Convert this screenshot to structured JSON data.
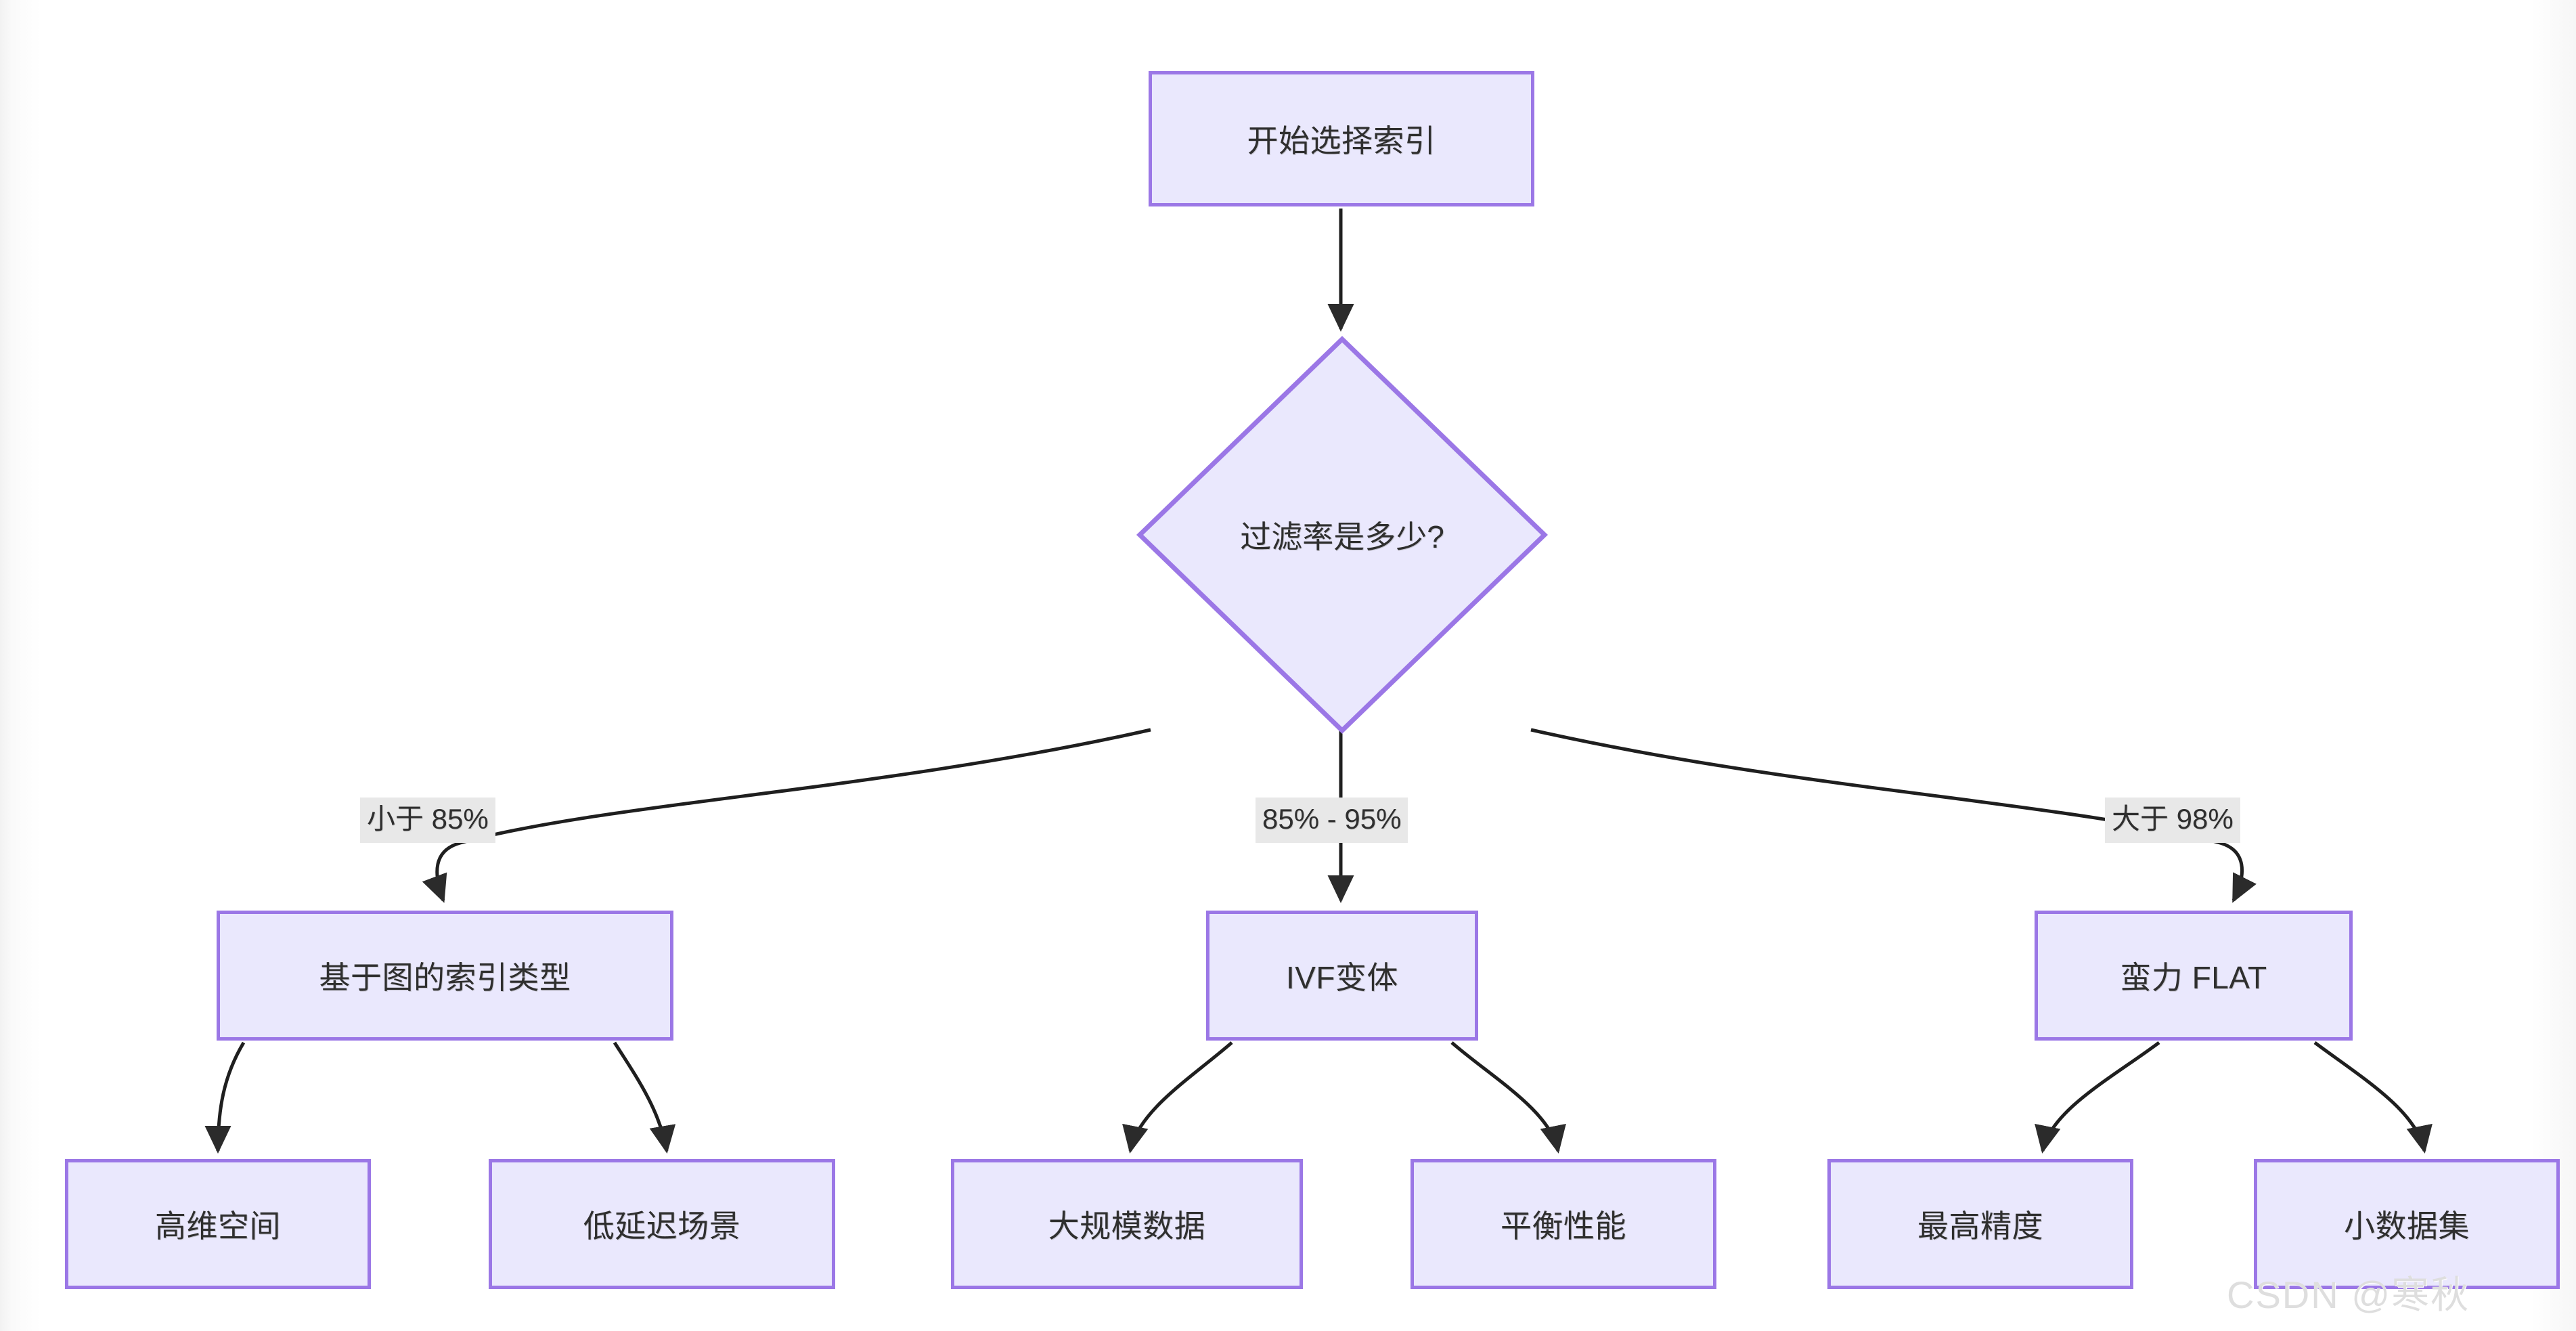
{
  "chart_data": {
    "type": "flowchart",
    "title": "",
    "orientation": "top-down",
    "nodes": [
      {
        "id": "start",
        "label": "开始选择索引",
        "shape": "rectangle"
      },
      {
        "id": "filter",
        "label": "过滤率是多少?",
        "shape": "diamond"
      },
      {
        "id": "graph",
        "label": "基于图的索引类型",
        "shape": "rectangle"
      },
      {
        "id": "ivf",
        "label": "IVF变体",
        "shape": "rectangle"
      },
      {
        "id": "flat",
        "label": "蛮力 FLAT",
        "shape": "rectangle"
      },
      {
        "id": "highdim",
        "label": "高维空间",
        "shape": "rectangle"
      },
      {
        "id": "lowlat",
        "label": "低延迟场景",
        "shape": "rectangle"
      },
      {
        "id": "bigdata",
        "label": "大规模数据",
        "shape": "rectangle"
      },
      {
        "id": "balance",
        "label": "平衡性能",
        "shape": "rectangle"
      },
      {
        "id": "topacc",
        "label": "最高精度",
        "shape": "rectangle"
      },
      {
        "id": "smallds",
        "label": "小数据集",
        "shape": "rectangle"
      }
    ],
    "edges": [
      {
        "from": "start",
        "to": "filter",
        "label": ""
      },
      {
        "from": "filter",
        "to": "graph",
        "label": "小于 85%"
      },
      {
        "from": "filter",
        "to": "ivf",
        "label": "85% - 95%"
      },
      {
        "from": "filter",
        "to": "flat",
        "label": "大于 98%"
      },
      {
        "from": "graph",
        "to": "highdim",
        "label": ""
      },
      {
        "from": "graph",
        "to": "lowlat",
        "label": ""
      },
      {
        "from": "ivf",
        "to": "bigdata",
        "label": ""
      },
      {
        "from": "ivf",
        "to": "balance",
        "label": ""
      },
      {
        "from": "flat",
        "to": "topacc",
        "label": ""
      },
      {
        "from": "flat",
        "to": "smallds",
        "label": ""
      }
    ]
  },
  "nodes": {
    "start": {
      "label": "开始选择索引"
    },
    "filter": {
      "label": "过滤率是多少?"
    },
    "graph": {
      "label": "基于图的索引类型"
    },
    "ivf": {
      "label": "IVF变体"
    },
    "flat": {
      "label": "蛮力 FLAT"
    },
    "highdim": {
      "label": "高维空间"
    },
    "lowlat": {
      "label": "低延迟场景"
    },
    "bigdata": {
      "label": "大规模数据"
    },
    "balance": {
      "label": "平衡性能"
    },
    "topacc": {
      "label": "最高精度"
    },
    "smallds": {
      "label": "小数据集"
    }
  },
  "edge_labels": {
    "left": "小于 85%",
    "middle": "85% - 95%",
    "right": "大于 98%"
  },
  "watermark": {
    "text": "CSDN @寒秋"
  },
  "colors": {
    "node_fill": "#eae8fd",
    "node_border": "#9b77e6",
    "node_text": "#2f2f2f",
    "edge_stroke": "#1f1f1f",
    "edge_label_bg": "#e8e8e8",
    "canvas_bg": "#ffffff",
    "watermark_text": "#dedede"
  }
}
